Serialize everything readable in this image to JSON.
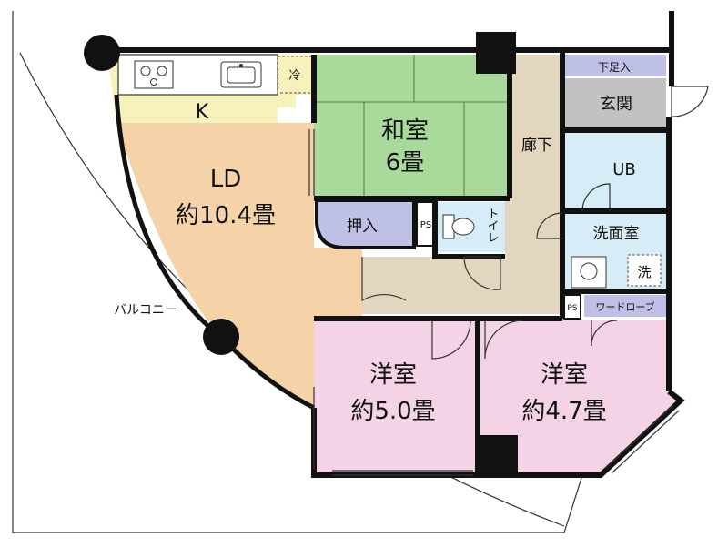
{
  "colors": {
    "ld": "#F5D2A8",
    "kitchen": "#F7F2BC",
    "washitsu": "#A9DA9C",
    "hall": "#E2D6BE",
    "genkan": "#C2C2C2",
    "water": "#D6ECF7",
    "storage": "#BFC0E6",
    "bedroom": "#F5D3E6",
    "balcony": "#FFFFFF",
    "wall": "#111111"
  },
  "rooms": {
    "ld": {
      "name": "LD",
      "size": "約10.4畳"
    },
    "kitchen": {
      "name": "K",
      "fridge": "冷"
    },
    "washitsu": {
      "name": "和室",
      "size": "6畳"
    },
    "oshiire": {
      "name": "押入"
    },
    "ps1": {
      "name": "PS"
    },
    "toilet": {
      "name": "トイレ"
    },
    "hallway": {
      "name": "廊下"
    },
    "shitaashi": {
      "name": "下足入"
    },
    "genkan": {
      "name": "玄関"
    },
    "ub": {
      "name": "UB"
    },
    "senmen": {
      "name": "洗面室",
      "washer": "洗"
    },
    "ps2": {
      "name": "PS"
    },
    "wardrobe": {
      "name": "ワードローブ"
    },
    "bedroom1": {
      "name": "洋室",
      "size": "約5.0畳"
    },
    "bedroom2": {
      "name": "洋室",
      "size": "約4.7畳"
    },
    "balcony": {
      "name": "バルコニー"
    }
  }
}
